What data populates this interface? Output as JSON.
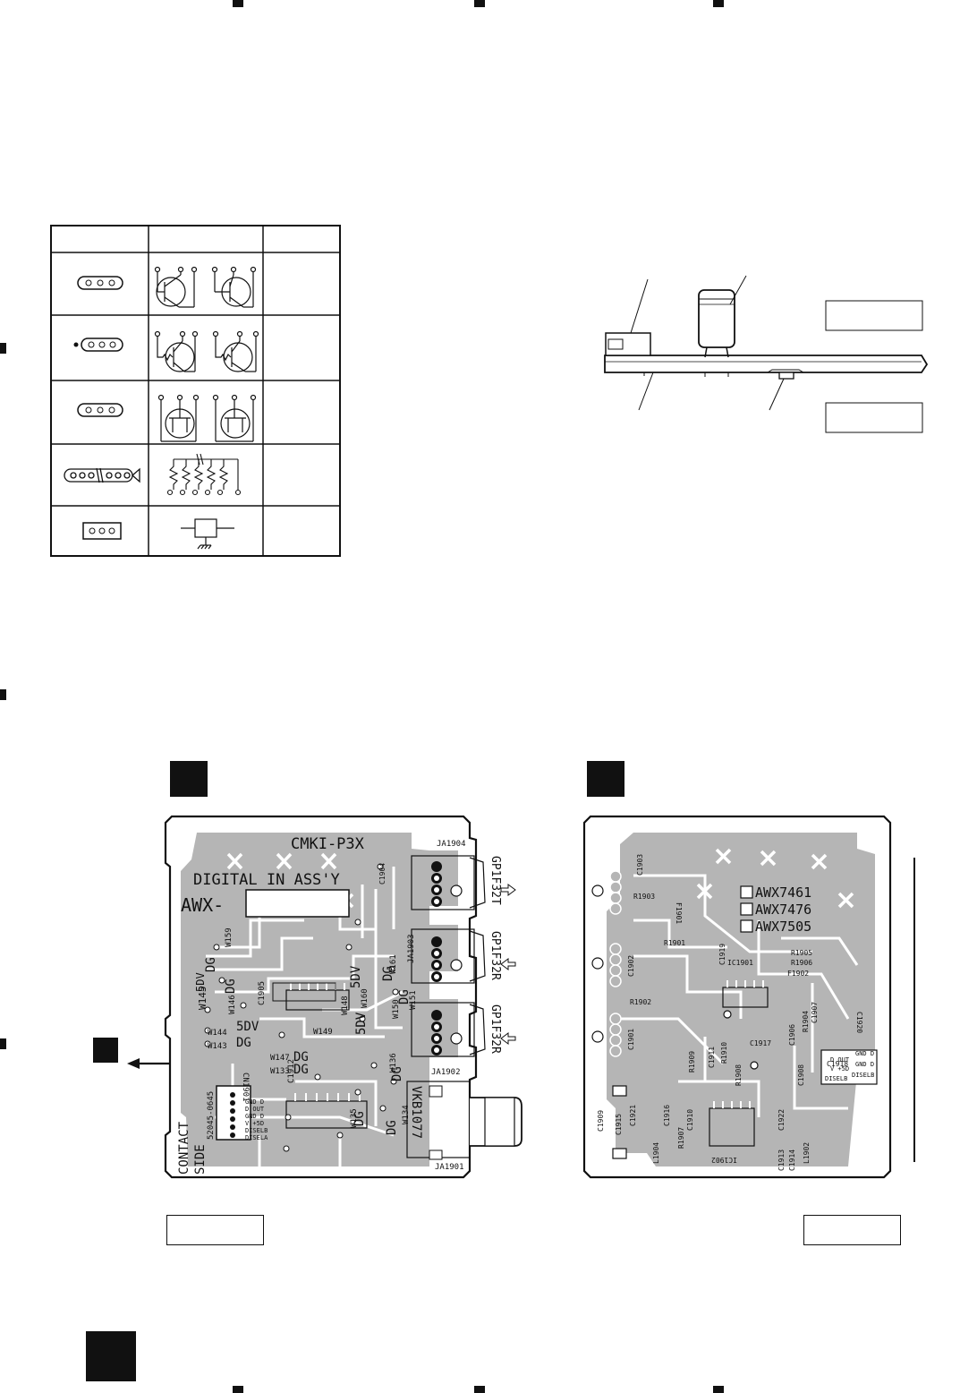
{
  "legend": {
    "rows": [
      {
        "symbol": "transistor-3pin",
        "schematic": "npn-pnp-transistors"
      },
      {
        "symbol": "digital-transistor-3pin",
        "schematic": "transistors-with-resistors"
      },
      {
        "symbol": "fet-3pin",
        "schematic": "field-effect-transistors"
      },
      {
        "symbol": "resistor-array",
        "schematic": "resistor-network"
      },
      {
        "symbol": "regulator-3pin",
        "schematic": "three-terminal-device"
      }
    ]
  },
  "side_view": {
    "callouts": 4,
    "label_boxes": [
      "",
      ""
    ]
  },
  "board_a": {
    "title": "CMKI-P3X",
    "subtitle": "DIGITAL IN ASS'Y",
    "prefix": "AWX-",
    "contact_side": [
      "CONTACT",
      "SIDE"
    ],
    "jacks": [
      "GP1F32T",
      "GP1F32R",
      "GP1F32R"
    ],
    "jack_refs": [
      "JA1904",
      "JA1903",
      "JA1902",
      "JA1901"
    ],
    "connector": "CN1901",
    "connector_part": "52045-0645",
    "connector_pins": [
      "GND D",
      "D OUT",
      "GND D",
      "V +5D",
      "DISELB",
      "DISELA"
    ],
    "jack_part": "VKB1077",
    "labels": [
      {
        "t": "W145"
      },
      {
        "t": "5DV"
      },
      {
        "t": "DG"
      },
      {
        "t": "W159"
      },
      {
        "t": "W146"
      },
      {
        "t": "DG"
      },
      {
        "t": "C1905"
      },
      {
        "t": "W144"
      },
      {
        "t": "5DV"
      },
      {
        "t": "W143"
      },
      {
        "t": "DG"
      },
      {
        "t": "W148"
      },
      {
        "t": "5DV"
      },
      {
        "t": "W160"
      },
      {
        "t": "DG"
      },
      {
        "t": "C1904"
      },
      {
        "t": "W149"
      },
      {
        "t": "5DV"
      },
      {
        "t": "W150"
      },
      {
        "t": "W161"
      },
      {
        "t": "DG"
      },
      {
        "t": "W147"
      },
      {
        "t": "DG"
      },
      {
        "t": "W133"
      },
      {
        "t": "DG"
      },
      {
        "t": "C1912"
      },
      {
        "t": "W135"
      },
      {
        "t": "DG"
      },
      {
        "t": "W134"
      },
      {
        "t": "DG"
      },
      {
        "t": "W136"
      },
      {
        "t": "W151"
      },
      {
        "t": "DG"
      }
    ]
  },
  "board_b": {
    "variants": [
      "AWX7461",
      "AWX7476",
      "AWX7505"
    ],
    "labels": [
      "C1903",
      "R1903",
      "F1901",
      "R1901",
      "C1919",
      "C1902",
      "R1902",
      "C1901",
      "IC1901",
      "R1905",
      "R1906",
      "F1902",
      "C1907",
      "C1920",
      "C1906",
      "R1904",
      "C1917",
      "C1918",
      "C1911",
      "R1910",
      "R1909",
      "R1908",
      "C1908",
      "C1922",
      "C1909",
      "C1915",
      "C1921",
      "C1916",
      "R1907",
      "C1910",
      "L1904",
      "IC1902",
      "C1913",
      "C1914",
      "L1902"
    ],
    "box_lines": [
      "D OUT",
      "V +5D",
      "DISELB"
    ],
    "box_right": [
      "GND D",
      "GND D",
      "DISELB"
    ]
  },
  "colors": {
    "ink": "#111111",
    "copper": "#b5b5b5",
    "board": "#ffffff"
  }
}
